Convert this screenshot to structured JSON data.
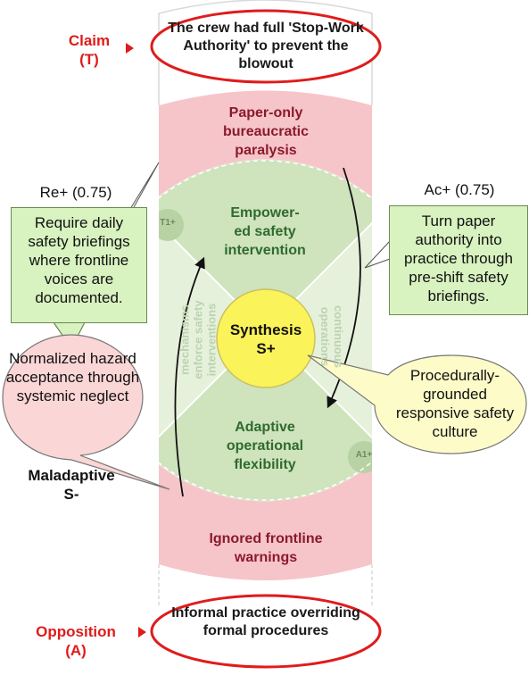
{
  "claim": {
    "label": "Claim\n(T)",
    "text": "The crew had full 'Stop-Work Authority' to prevent the blowout"
  },
  "opposition": {
    "label": "Opposition\n(A)",
    "text": "Informal practice overriding formal procedures"
  },
  "top_band": "Paper-only bureaucratic paralysis",
  "bottom_band": "Ignored frontline warnings",
  "top_lobe": {
    "title": "Empower-\ned safety\nintervention",
    "tag": "T1+"
  },
  "bottom_lobe": {
    "title": "Adaptive\noperational\nflexibility",
    "tag": "A1+"
  },
  "left_lobe_faint": "mechanisms\nenforce safety\ninterventions",
  "right_lobe_faint": "continuous\noperations",
  "synthesis": "Synthesis\nS+",
  "re_plus": {
    "score": "Re+ (0.75)",
    "text": "Require daily safety briefings where frontline voices are documented."
  },
  "ac_plus": {
    "score": "Ac+ (0.75)",
    "text": "Turn paper authority into practice through pre-shift safety briefings."
  },
  "maladaptive": {
    "label": "Maladaptive\nS-",
    "text": "Normalized hazard acceptance through systemic neglect"
  },
  "synthesis_bubble": "Procedurally-grounded responsive safety culture",
  "colors": {
    "claim_red": "#e01b1b",
    "band_pink": "#f6c5c9",
    "lobe_green": "#cfe3bd",
    "side_lobe_green": "#e6f1dc",
    "synthesis_yellow": "#fbf35a",
    "box_green": "#d8f2c0",
    "bubble_pink": "#fbd6d6",
    "bubble_yellow": "#fdfbc8",
    "title_dark_red": "#8b1a2b",
    "title_green": "#2f6b2f"
  }
}
